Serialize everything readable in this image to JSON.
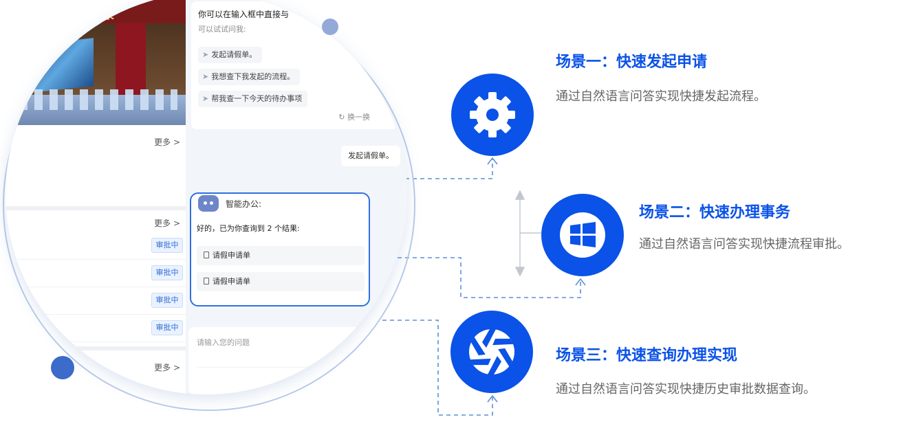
{
  "colors": {
    "brand_blue": "#0a52e8",
    "accent_border": "#2f6fe0",
    "ring": "#b9cbea",
    "dash": "#5b8fd8"
  },
  "left_pane": {
    "photo_banner_text": "录",
    "more_label": "更多 >",
    "status_label": "审批中"
  },
  "chat": {
    "hint_title": "你可以在输入框中直接与",
    "hint_subtitle": "可以试试问我:",
    "suggestions": [
      "发起请假单。",
      "我想查下我发起的流程。",
      "帮我查一下今天的待办事项"
    ],
    "refresh_label": "换一换",
    "user_message": "发起请假单。",
    "bot_name": "智能办公:",
    "bot_message": "好的，已为你查询到 2 个结果:",
    "results": [
      "请假申请单",
      "请假申请单"
    ],
    "input_placeholder": "请输入您的问题"
  },
  "scenarios": [
    {
      "title": "场景一：快速发起申请",
      "description": "通过自然语言问答实现快捷发起流程。",
      "icon": "gear-icon"
    },
    {
      "title": "场景二：快速办理事务",
      "description": "通过自然语言问答实现快捷流程审批。",
      "icon": "windows-icon"
    },
    {
      "title": "场景三：快速查询办理实现",
      "description": "通过自然语言问答实现快捷历史审批数据查询。",
      "icon": "aperture-icon"
    }
  ]
}
